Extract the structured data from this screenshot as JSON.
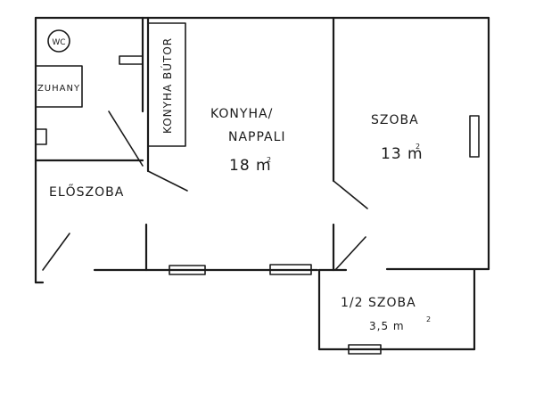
{
  "plan": {
    "wc": "WC",
    "zuhany": "ZUHANY",
    "furniture": "KONYHA BÚTOR",
    "kitchen_line1": "KONYHA/",
    "kitchen_line2": "NAPPALI",
    "kitchen_area": "18 m",
    "room": "SZOBA",
    "room_area": "13 m",
    "hall": "ELŐSZOBA",
    "half_room": "1/2 SZOBA",
    "half_room_area": "3,5 m",
    "sq": "2"
  }
}
